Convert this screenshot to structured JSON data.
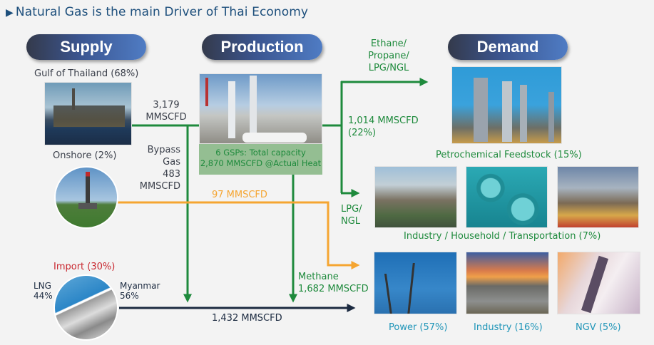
{
  "title": {
    "bullet_icon": "triangle-right-icon",
    "text": "Natural Gas is the main Driver of Thai Economy"
  },
  "headers": {
    "supply": "Supply",
    "production": "Production",
    "demand": "Demand"
  },
  "supply": {
    "gulf": {
      "label": "Gulf of Thailand (68%)",
      "image": "offshore-platform-image"
    },
    "onshore": {
      "label": "Onshore (2%)",
      "image": "onshore-drilling-rig-image"
    },
    "import": {
      "label": "Import (30%)",
      "image": "lng-tanker-and-pipeline-image",
      "lng_label": "LNG",
      "lng_pct": "44%",
      "myanmar_label": "Myanmar",
      "myanmar_pct": "56%"
    }
  },
  "flows": {
    "gulf_to_gsp_value": "3,179",
    "gulf_to_gsp_unit": "MMSCFD",
    "bypass_line1": "Bypass",
    "bypass_line2": "Gas",
    "bypass_value": "483",
    "bypass_unit": "MMSCFD",
    "onshore_value": "97 MMSCFD",
    "ethane_line1": "Ethane/",
    "ethane_line2": "Propane/",
    "ethane_line3": "LPG/NGL",
    "gsp_out_value": "1,014 MMSCFD",
    "gsp_out_pct": "(22%)",
    "lpg_line1": "LPG/",
    "lpg_line2": "NGL",
    "methane_label": "Methane",
    "methane_value": "1,682 MMSCFD",
    "import_value": "1,432 MMSCFD"
  },
  "production": {
    "image": "gas-separation-plant-image",
    "caption_line1": "6 GSPs: Total capacity",
    "caption_line2": "2,870 MMSCFD @Actual Heat"
  },
  "demand": {
    "petrochemical": {
      "label": "Petrochemical Feedstock (15%)",
      "image": "petrochemical-plant-image"
    },
    "lpg_group": {
      "label": "Industry / Household / Transportation (7%)",
      "images": [
        "industrial-city-image",
        "lpg-cylinders-image",
        "traffic-street-image"
      ]
    },
    "methane_group": [
      {
        "label": "Power (57%)",
        "image": "power-transmission-towers-image"
      },
      {
        "label": "Industry (16%)",
        "image": "industrial-estate-sunset-image"
      },
      {
        "label": "NGV (5%)",
        "image": "ngv-refueling-image"
      }
    ]
  },
  "colors": {
    "title": "#1d4f7c",
    "green_flow": "#1e8a3c",
    "orange_flow": "#f5a531",
    "navy_flow": "#1b2a40",
    "import_red": "#c8262e",
    "demand_teal": "#1f95b8",
    "gsp_box": "#94be92"
  }
}
